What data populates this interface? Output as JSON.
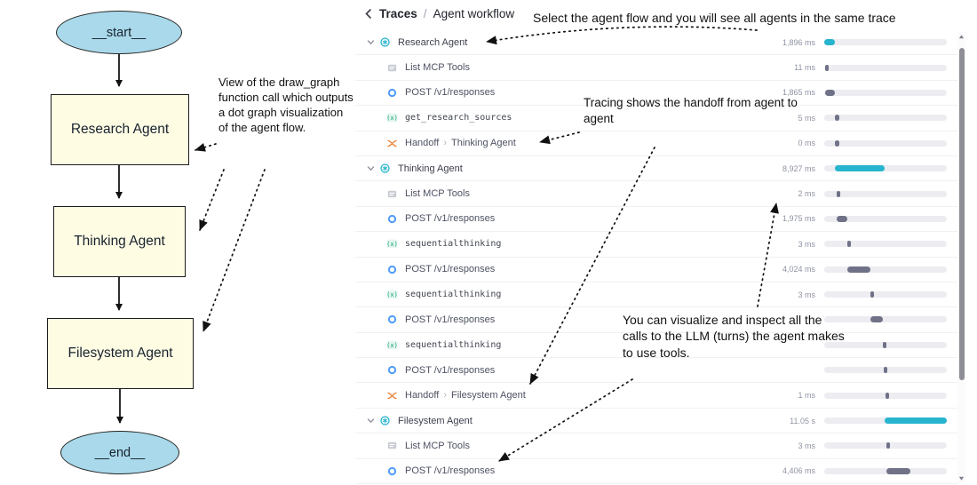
{
  "diagram": {
    "nodes": [
      {
        "id": "start",
        "label": "__start__",
        "shape": "ellipse"
      },
      {
        "id": "research",
        "label": "Research Agent",
        "shape": "rect"
      },
      {
        "id": "thinking",
        "label": "Thinking Agent",
        "shape": "rect"
      },
      {
        "id": "filesystem",
        "label": "Filesystem Agent",
        "shape": "rect"
      },
      {
        "id": "end",
        "label": "__end__",
        "shape": "ellipse"
      }
    ],
    "edges": [
      "start→research",
      "research→thinking",
      "thinking→filesystem",
      "filesystem→end"
    ]
  },
  "annotations": {
    "draw_graph": "View of the draw_graph function call which outputs a dot graph visualization of the agent flow.",
    "select_flow": "Select the agent flow and you will see all agents in the same trace",
    "handoff": "Tracing shows the handoff from agent to agent",
    "llm_calls": "You can visualize and inspect all the calls to the LLM (turns) the agent makes to use tools."
  },
  "breadcrumb": {
    "root": "Traces",
    "separator": "/",
    "current": "Agent workflow"
  },
  "trace": {
    "handoff_separator": "›",
    "rows": [
      {
        "label": "Research Agent",
        "icon": "agent",
        "level": 0,
        "expandable": true,
        "duration": "1,896 ms",
        "bar": {
          "start": 0,
          "width": 8.7,
          "color": "teal"
        }
      },
      {
        "label": "List MCP Tools",
        "icon": "list",
        "level": 1,
        "expandable": false,
        "duration": "11 ms",
        "bar": {
          "start": 0.5,
          "width": 3,
          "color": "gray"
        }
      },
      {
        "label": "POST /v1/responses",
        "icon": "post",
        "level": 1,
        "expandable": false,
        "duration": "1,865 ms",
        "bar": {
          "start": 0.5,
          "width": 8.5,
          "color": "gray"
        }
      },
      {
        "label": "get_research_sources",
        "icon": "func",
        "level": 1,
        "expandable": false,
        "mono": true,
        "duration": "5 ms",
        "bar": {
          "start": 9,
          "width": 3,
          "color": "gray"
        }
      },
      {
        "label": "Handoff",
        "target": "Thinking Agent",
        "icon": "handoff",
        "level": 1,
        "expandable": false,
        "duration": "0 ms",
        "bar": {
          "start": 9,
          "width": 3,
          "color": "gray"
        }
      },
      {
        "label": "Thinking Agent",
        "icon": "agent",
        "level": 0,
        "expandable": true,
        "duration": "8,927 ms",
        "bar": {
          "start": 8.8,
          "width": 40.6,
          "color": "teal"
        }
      },
      {
        "label": "List MCP Tools",
        "icon": "list",
        "level": 1,
        "expandable": false,
        "duration": "2 ms",
        "bar": {
          "start": 10,
          "width": 3,
          "color": "gray"
        }
      },
      {
        "label": "POST /v1/responses",
        "icon": "post",
        "level": 1,
        "expandable": false,
        "duration": "1,975 ms",
        "bar": {
          "start": 10,
          "width": 9,
          "color": "gray"
        }
      },
      {
        "label": "sequentialthinking",
        "icon": "func",
        "level": 1,
        "expandable": false,
        "mono": true,
        "duration": "3 ms",
        "bar": {
          "start": 18.5,
          "width": 3,
          "color": "gray"
        }
      },
      {
        "label": "POST /v1/responses",
        "icon": "post",
        "level": 1,
        "expandable": false,
        "duration": "4,024 ms",
        "bar": {
          "start": 19,
          "width": 18.4,
          "color": "gray"
        }
      },
      {
        "label": "sequentialthinking",
        "icon": "func",
        "level": 1,
        "expandable": false,
        "mono": true,
        "duration": "3 ms",
        "bar": {
          "start": 37.5,
          "width": 3,
          "color": "gray"
        }
      },
      {
        "label": "POST /v1/responses",
        "icon": "post",
        "level": 1,
        "expandable": false,
        "duration": "",
        "bar": {
          "start": 37.5,
          "width": 10.5,
          "color": "gray"
        }
      },
      {
        "label": "sequentialthinking",
        "icon": "func",
        "level": 1,
        "expandable": false,
        "mono": true,
        "duration": "",
        "bar": {
          "start": 47.5,
          "width": 3,
          "color": "gray"
        }
      },
      {
        "label": "POST /v1/responses",
        "icon": "post",
        "level": 1,
        "expandable": false,
        "duration": "",
        "bar": {
          "start": 48.5,
          "width": 3,
          "color": "gray"
        }
      },
      {
        "label": "Handoff",
        "target": "Filesystem Agent",
        "icon": "handoff",
        "level": 1,
        "expandable": false,
        "duration": "1 ms",
        "bar": {
          "start": 50,
          "width": 3,
          "color": "gray"
        }
      },
      {
        "label": "Filesystem Agent",
        "icon": "agent",
        "level": 0,
        "expandable": true,
        "duration": "11.05 s",
        "bar": {
          "start": 49.5,
          "width": 50.5,
          "color": "teal"
        }
      },
      {
        "label": "List MCP Tools",
        "icon": "list",
        "level": 1,
        "expandable": false,
        "duration": "3 ms",
        "bar": {
          "start": 50.5,
          "width": 3,
          "color": "gray"
        }
      },
      {
        "label": "POST /v1/responses",
        "icon": "post",
        "level": 1,
        "expandable": false,
        "duration": "4,406 ms",
        "bar": {
          "start": 50.5,
          "width": 20,
          "color": "gray"
        }
      }
    ]
  },
  "colors": {
    "accent_teal": "#27b4ce",
    "bar_gray": "#6f7287",
    "track_gray": "#ececf1",
    "handoff_orange": "#e8833a",
    "function_green": "#12a378",
    "post_blue": "#4f9cf8",
    "icon_gray": "#c3c6ce",
    "node_blue": "#a9d9ea",
    "node_yellow": "#fffce4"
  }
}
